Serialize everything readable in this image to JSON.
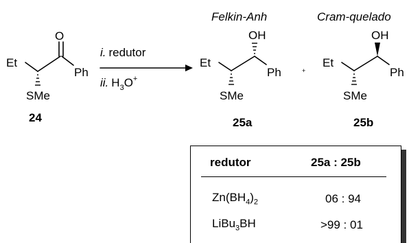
{
  "scheme": {
    "reactant": {
      "number": "24",
      "groups": {
        "ethyl": "Et",
        "carbonyl_o": "O",
        "phenyl": "Ph",
        "thioether": "SMe"
      }
    },
    "reagents": {
      "step1_index": "i.",
      "step1_text": "redutor",
      "step2_index": "ii.",
      "step2_text": "H",
      "step2_sub": "3",
      "step2_tail": "O",
      "step2_sup": "+"
    },
    "products": [
      {
        "model_label": "Felkin-Anh",
        "number": "25a",
        "groups": {
          "ethyl": "Et",
          "hydroxyl": "OH",
          "phenyl": "Ph",
          "thioether": "SMe"
        }
      },
      {
        "model_label": "Cram-quelado",
        "number": "25b",
        "groups": {
          "ethyl": "Et",
          "hydroxyl": "OH",
          "phenyl": "Ph",
          "thioether": "SMe"
        }
      }
    ],
    "plus_sign": "+"
  },
  "table": {
    "headers": {
      "reductant": "redutor",
      "ratio": "25a : 25b"
    },
    "rows": [
      {
        "reductant_base": "Zn(BH",
        "reductant_sub": "4",
        "reductant_tail": ")",
        "reductant_sub2": "2",
        "ratio": "06 : 94"
      },
      {
        "reductant_base": "LiBu",
        "reductant_sub": "3",
        "reductant_tail": "BH",
        "reductant_sub2": "",
        "ratio": ">99 : 01"
      }
    ]
  }
}
